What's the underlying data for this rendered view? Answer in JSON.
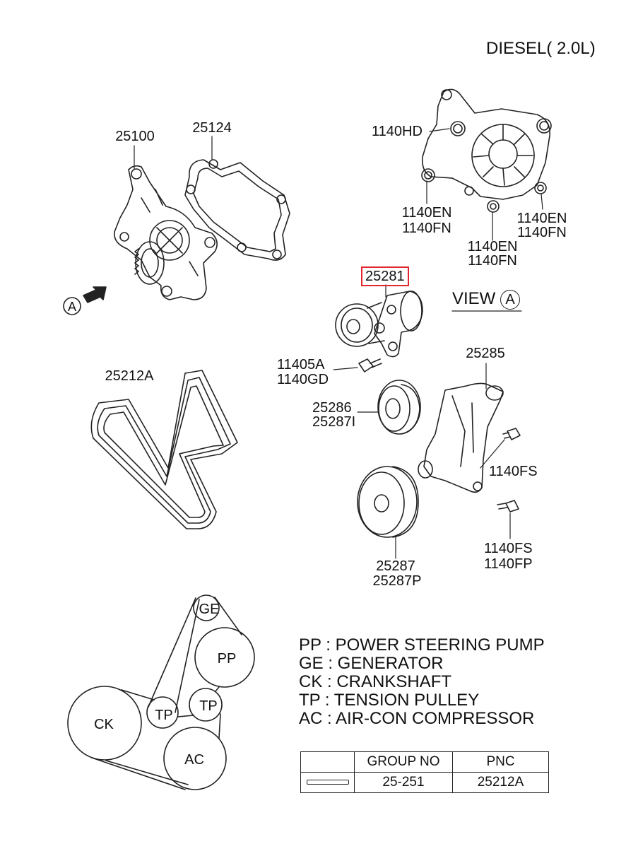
{
  "title": "DIESEL( 2.0L)",
  "view_label": "VIEW",
  "view_marker": "A",
  "arrow_marker": "A",
  "parts": {
    "p25100": "25100",
    "p25124": "25124",
    "p1140HD": "1140HD",
    "p1140EN_a": "1140EN",
    "p1140FN_a": "1140FN",
    "p1140EN_b": "1140EN",
    "p1140FN_b": "1140FN",
    "p1140EN_c": "1140EN",
    "p1140FN_c": "1140FN",
    "p25281": "25281",
    "p11405A": "11405A",
    "p1140GD": "1140GD",
    "p25285": "25285",
    "p25212A": "25212A",
    "p25286": "25286",
    "p25287I": "25287I",
    "p1140FS_a": "1140FS",
    "p1140FS_b": "1140FS",
    "p1140FP": "1140FP",
    "p25287": "25287",
    "p25287P": "25287P"
  },
  "pulleys": {
    "ge": "GE",
    "pp": "PP",
    "tp1": "TP",
    "tp2": "TP",
    "ck": "CK",
    "ac": "AC"
  },
  "legend": [
    "PP : POWER STEERING PUMP",
    "GE : GENERATOR",
    "CK : CRANKSHAFT",
    "TP : TENSION PULLEY",
    "AC : AIR-CON COMPRESSOR"
  ],
  "table": {
    "headers": [
      "",
      "GROUP NO",
      "PNC"
    ],
    "row": [
      "",
      "25-251",
      "25212A"
    ]
  },
  "colors": {
    "highlight": "#e0262f",
    "ink": "#111111"
  }
}
